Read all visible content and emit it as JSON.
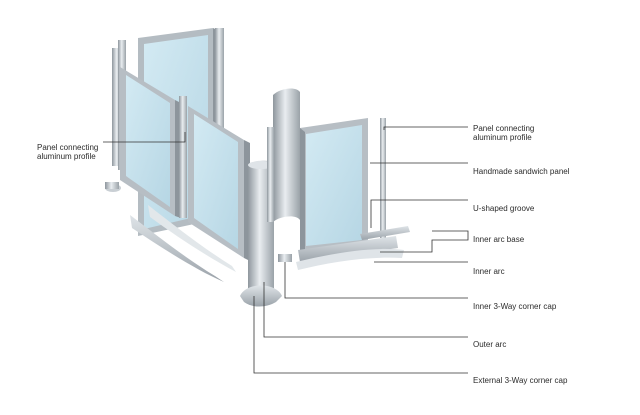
{
  "labels": {
    "left_profile": {
      "line1": "Panel connecting",
      "line2": "aluminum profile"
    },
    "right_profile": {
      "line1": "Panel connecting",
      "line2": "aluminum profile"
    },
    "sandwich_panel": "Handmade sandwich panel",
    "u_groove": "U-shaped groove",
    "inner_arc_base": "Inner arc base",
    "inner_arc": "Inner arc",
    "inner_cap": "Inner 3-Way corner cap",
    "outer_arc": "Outer arc",
    "external_cap": "External 3-Way corner cap"
  },
  "colors": {
    "panel_fill": "#c6e1ec",
    "frame": "#b9c0c6",
    "frame_dark": "#8f979e",
    "leader": "#333333"
  }
}
